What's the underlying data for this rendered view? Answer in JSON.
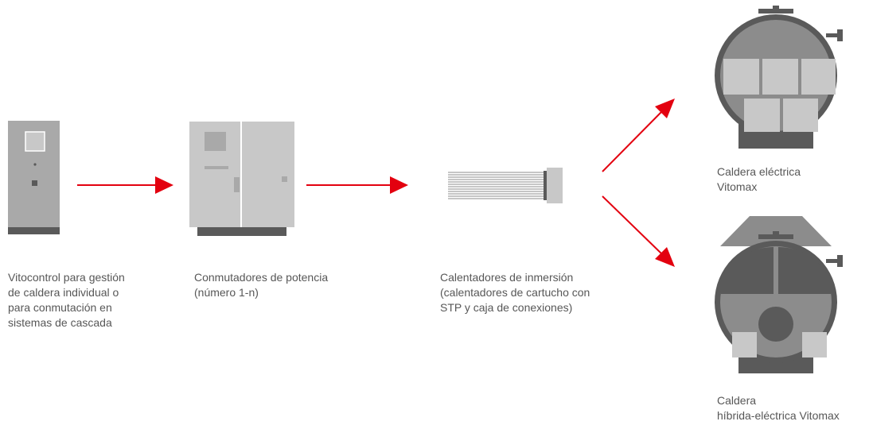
{
  "captions": {
    "vitocontrol": "Vitocontrol para gestión\nde caldera individual o\npara conmutación en\nsistemas de cascada",
    "switches": "Conmutadores de potencia\n(número 1-n)",
    "heaters": "Calentadores de inmersión\n(calentadores de cartucho con\nSTP y caja de conexiones)",
    "electric_boiler": "Caldera eléctrica\nVitomax",
    "hybrid_boiler": "Caldera\nhíbrida-eléctrica Vitomax"
  },
  "colors": {
    "arrow": "#e3000f",
    "body_light": "#c8c8c8",
    "body_mid": "#a9a9a9",
    "dark": "#5a5a5a",
    "text": "#575757"
  }
}
